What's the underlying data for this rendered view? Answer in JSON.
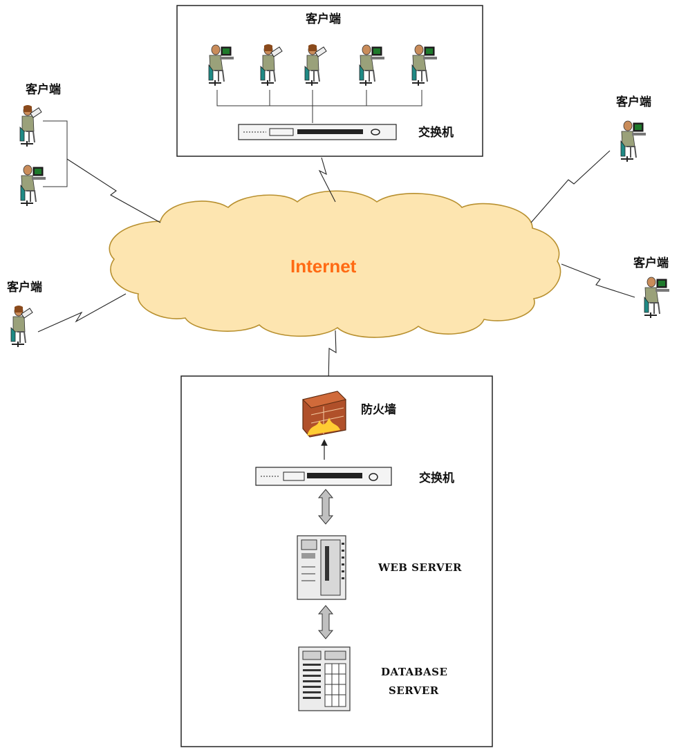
{
  "cloud": {
    "label": "Internet",
    "label_color": "#ff6a13",
    "fill": "#fde5b0",
    "stroke": "#b8902f"
  },
  "client_office": {
    "title": "客户端",
    "switch_label": "交换机"
  },
  "remote_clients": {
    "left_top": "客户端",
    "left_bottom": "客户端",
    "right_top": "客户端",
    "right_bottom": "客户端"
  },
  "server_site": {
    "firewall_label": "防火墙",
    "switch_label": "交换机",
    "web_server_label": "WEB SERVER",
    "db_server_label_line1": "DATABASE",
    "db_server_label_line2": "SERVER"
  },
  "colors": {
    "person_skin": "#c98c5a",
    "person_suit": "#9aa17a",
    "chair": "#1f8a85",
    "monitor": "#1e7a2c",
    "firewall": "#b0502a"
  }
}
